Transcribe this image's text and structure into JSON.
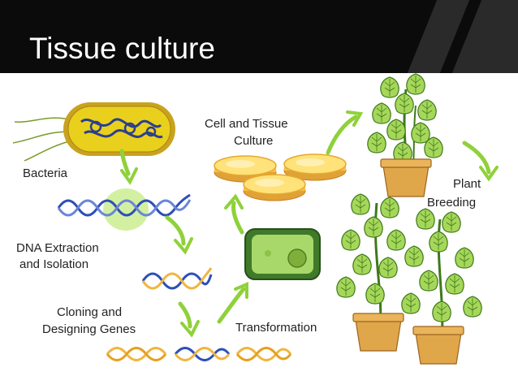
{
  "slide": {
    "title": "Tissue culture"
  },
  "diagram": {
    "labels": {
      "bacteria": "Bacteria",
      "dna_extraction_line1": "DNA Extraction",
      "dna_extraction_line2": "and Isolation",
      "cloning_line1": "Cloning and",
      "cloning_line2": "Designing Genes",
      "transformation": "Transformation",
      "cell_culture_line1": "Cell and Tissue",
      "cell_culture_line2": "Culture",
      "plant_breeding_line1": "Plant",
      "plant_breeding_line2": "Breeding"
    },
    "icons": [
      "bacterium-icon",
      "dna-strand-icon",
      "petri-dish-icon",
      "transformed-cell-icon",
      "potted-plant-icon",
      "arrow-icon"
    ],
    "colors": {
      "header": "#0b0b0b",
      "arrow": "#8fd13a",
      "leaf": "#a6d75a",
      "dna": "#3a5fc4",
      "gene": "#f0b640",
      "pot": "#d9a24a"
    }
  }
}
